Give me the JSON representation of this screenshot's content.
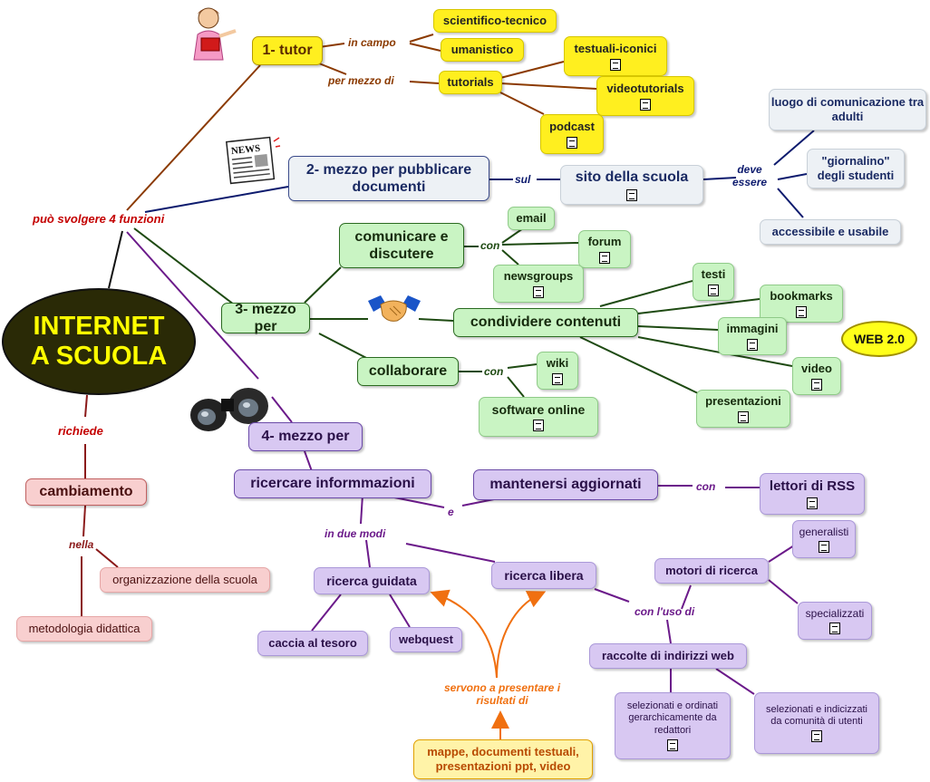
{
  "root": {
    "line1": "INTERNET",
    "line2": "A SCUOLA"
  },
  "root_label": "può svolgere 4 funzioni",
  "tutor": {
    "title": "1- tutor",
    "link_campo": "in campo",
    "link_mezzo": "per mezzo di",
    "campi": [
      "scientifico-tecnico",
      "umanistico"
    ],
    "tutorials": "tutorials",
    "media": [
      "testuali-iconici",
      "videotutorials",
      "podcast"
    ]
  },
  "pubblicare": {
    "title_line1": "2- mezzo per pubblicare",
    "title_line2": "documenti",
    "link_sul": "sul",
    "sito": "sito della scuola",
    "link_deve_1": "deve",
    "link_deve_2": "essere",
    "qualities": [
      "luogo di comunicazione tra adulti",
      "\"giornalino\" degli studenti",
      "accessibile e usabile"
    ]
  },
  "mezzo3": {
    "title": "3- mezzo per",
    "comunicare_1": "comunicare e",
    "comunicare_2": "discutere",
    "link_con": "con",
    "email": "email",
    "forum": "forum",
    "newsgroups": "newsgroups",
    "condividere": "condividere contenuti",
    "contenuti": [
      "testi",
      "bookmarks",
      "immagini",
      "video",
      "presentazioni"
    ],
    "collaborare": "collaborare",
    "wiki": "wiki",
    "software": "software online",
    "web20": "WEB 2.0"
  },
  "mezzo4": {
    "title": "4- mezzo per",
    "ricercare": "ricercare informmazioni",
    "link_e": "e",
    "aggiornati": "mantenersi aggiornati",
    "link_con": "con",
    "rss": "lettori di RSS",
    "link_modi": "in due modi",
    "guidata": "ricerca guidata",
    "libera": "ricerca libera",
    "caccia": "caccia al tesoro",
    "webquest": "webquest",
    "link_uso": "con l'uso di",
    "motori": "motori di ricerca",
    "generalisti": "generalisti",
    "specializzati": "specializzati",
    "raccolte": "raccolte di indirizzi web",
    "redattori": "selezionati e ordinati gerarchicamente da redattori",
    "comunita": "selezionati e indicizzati da comunità di utenti",
    "servono": "servono a presentare i risultati di",
    "mappe": "mappe, documenti testuali, presentazioni ppt, video"
  },
  "cambiamento": {
    "link_richiede": "richiede",
    "title": "cambiamento",
    "link_nella": "nella",
    "items": [
      "organizzazione della scuola",
      "metodologia didattica"
    ]
  },
  "colors": {
    "tutor": "#8b3a00",
    "blue": "#0d1b6e",
    "green": "#1e4a12",
    "purple": "#6b1a8a",
    "red": "#c40000",
    "orange": "#f07010"
  }
}
